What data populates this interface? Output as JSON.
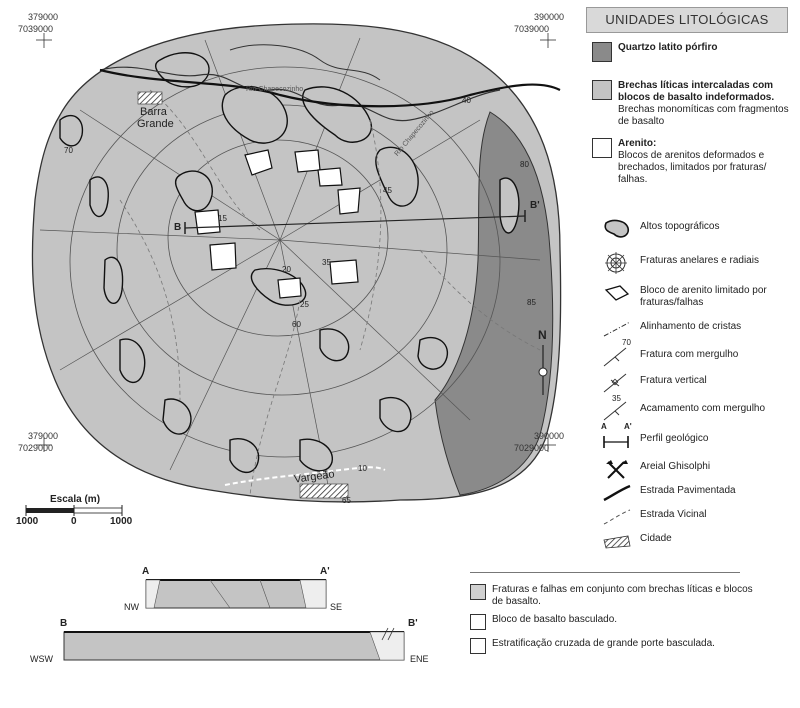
{
  "map": {
    "coords": {
      "top_left_e": "379000",
      "top_left_n": "7039000",
      "top_right_e": "390000",
      "top_right_n": "7039000",
      "bottom_left_e": "379000",
      "bottom_left_n": "7029000",
      "bottom_right_e": "390000",
      "bottom_right_n": "7029000"
    },
    "places": {
      "barra": "Barra",
      "grande": "Grande",
      "vargeao": "Vargeão",
      "rio1": "Rio Chapecozinho",
      "rio2": "Rio Chapecozinho"
    },
    "profile_labels": {
      "b": "B",
      "b_prime": "B'"
    },
    "dip_values": [
      "70",
      "45",
      "85",
      "35",
      "20",
      "15",
      "25",
      "60",
      "80",
      "10",
      "65",
      "40"
    ],
    "north": "N",
    "scale": {
      "title": "Escala (m)",
      "left": "1000",
      "mid": "0",
      "right": "1000"
    }
  },
  "legend": {
    "title": "UNIDADES LITOLÓGICAS",
    "units": [
      {
        "bold": "Quartzo latito pórfiro",
        "text": "",
        "color": "#8a8a8a"
      },
      {
        "bold": "Brechas líticas intercaladas com blocos de basalto indeformados.",
        "text": "Brechas monomíticas com fragmentos de basalto",
        "color": "#c4c4c4"
      },
      {
        "bold": "Arenito:",
        "text": "Blocos de arenitos deformados e brechados, limitados por fraturas/ falhas.",
        "color": "#ffffff"
      }
    ],
    "symbols": [
      {
        "label": "Altos topográficos",
        "icon": "topographic-high-icon"
      },
      {
        "label": "Fraturas anelares e radiais",
        "icon": "ring-radial-fractures-icon"
      },
      {
        "label": "Bloco de arenito limitado por fraturas/falhas",
        "icon": "sandstone-block-icon"
      },
      {
        "label": "Alinhamento de cristas",
        "icon": "ridge-alignment-icon"
      },
      {
        "label": "Fratura com mergulho",
        "icon": "dipping-fracture-icon",
        "value": "70"
      },
      {
        "label": "Fratura vertical",
        "icon": "vertical-fracture-icon"
      },
      {
        "label": "Acamamento com mergulho",
        "icon": "dipping-bedding-icon",
        "value": "35"
      },
      {
        "label": "Perfil geológico",
        "icon": "geologic-profile-icon",
        "a": "A",
        "a_prime": "A'"
      },
      {
        "label": "Areial Ghisolphi",
        "icon": "sand-pit-icon"
      },
      {
        "label": "Estrada Pavimentada",
        "icon": "paved-road-icon"
      },
      {
        "label": "Estrada Vicinal",
        "icon": "local-road-icon"
      },
      {
        "label": "Cidade",
        "icon": "city-icon"
      }
    ]
  },
  "profiles": {
    "aa": {
      "start": "A",
      "end": "A'",
      "left_dir": "NW",
      "right_dir": "SE"
    },
    "bb": {
      "start": "B",
      "end": "B'",
      "left_dir": "WSW",
      "right_dir": "ENE"
    }
  },
  "section_legend": [
    {
      "label": "Fraturas e falhas em conjunto com brechas líticas e blocos de basalto.",
      "icon": "fractures-breccia-icon"
    },
    {
      "label": "Bloco de basalto basculado.",
      "icon": "tilted-basalt-block-icon"
    },
    {
      "label": "Estratificação cruzada de grande porte basculada.",
      "icon": "tilted-crossbedding-icon"
    }
  ],
  "colors": {
    "breccia": "#c4c4c4",
    "porphyry": "#8a8a8a",
    "sandstone": "#ffffff",
    "outline": "#333333"
  }
}
